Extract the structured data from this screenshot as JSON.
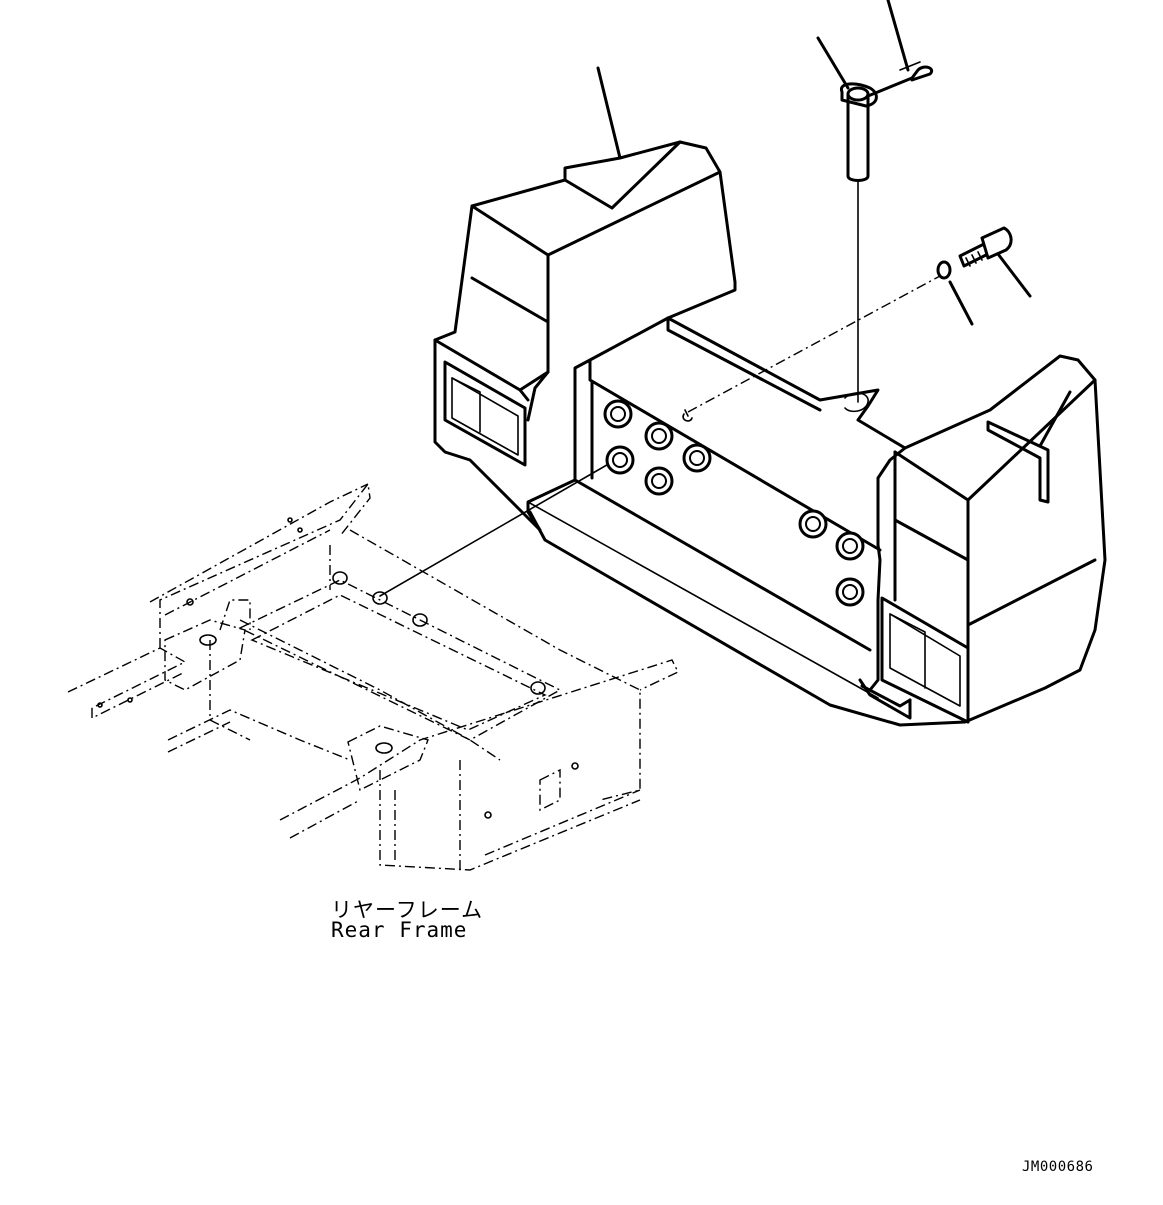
{
  "labels": {
    "rear_frame_jp": "リヤーフレーム",
    "rear_frame_en": "Rear Frame",
    "drawing_code": "JM000686"
  },
  "parts": [
    "counterweight",
    "lifting-pin",
    "snap-pin",
    "mounting-bolt",
    "washer",
    "rear-frame"
  ],
  "colors": {
    "line": "#000000",
    "background": "#ffffff"
  }
}
